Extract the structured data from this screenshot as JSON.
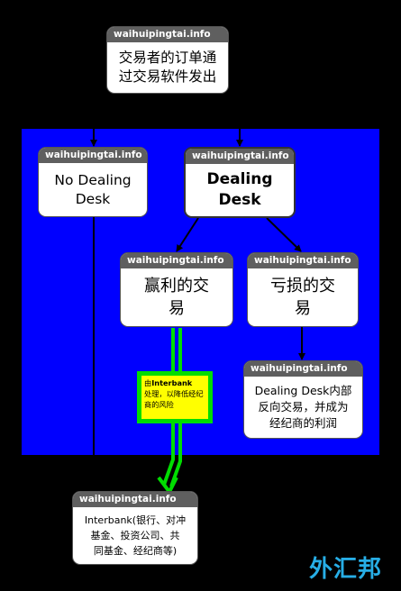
{
  "header_label": "waihuipingtai.info",
  "nodes": {
    "source": "交易者的订单通\n过交易软件发出",
    "no_dealing_desk": "No Dealing\nDesk",
    "dealing_desk": "Dealing\nDesk",
    "profit_trade": "赢利的交\n易",
    "loss_trade": "亏损的交\n易",
    "internal_offset": "Dealing Desk内部\n反向交易，并成为\n经纪商的利润",
    "interbank": "Interbank(银行、对冲\n基金、投资公司、共\n同基金、经纪商等)"
  },
  "note": {
    "prefix": "由",
    "bold": "Interbank",
    "rest": "处理，以降低经纪商的风险"
  },
  "logo": "外汇邦",
  "colors": {
    "background": "#000000",
    "panel": "#0000ff",
    "header": "#5f5f5f",
    "note_fill": "#ffff00",
    "note_border": "#00dd00"
  }
}
